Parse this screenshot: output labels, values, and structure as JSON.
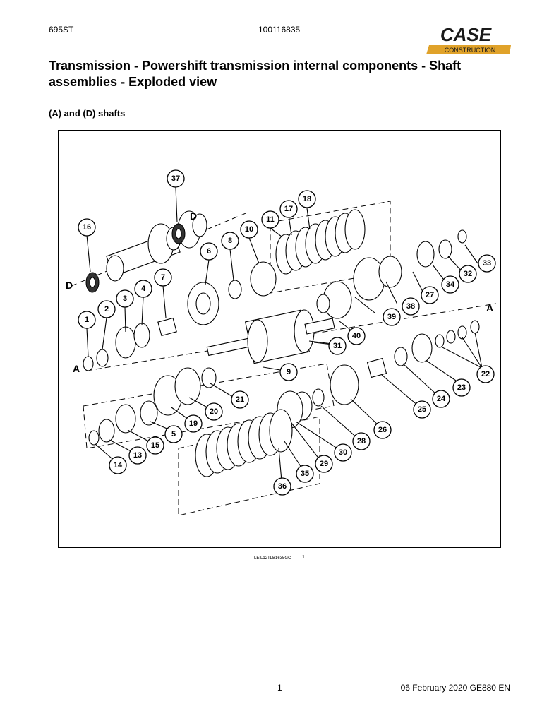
{
  "header": {
    "model": "695ST",
    "doc_number": "100116835",
    "logo": {
      "brand": "CASE",
      "tagline": "CONSTRUCTION",
      "colors": {
        "brand": "#1a1a1a",
        "tagline_bar": "#e0a22a"
      }
    }
  },
  "title": "Transmission - Powershift transmission internal components - Shaft assemblies - Exploded view",
  "subtitle": "(A) and  (D) shafts",
  "figure": {
    "reference": "LEIL12TLB1635GC",
    "number": "1",
    "axis_labels": [
      "A",
      "A",
      "D",
      "D"
    ],
    "callouts": [
      "1",
      "2",
      "3",
      "4",
      "5",
      "6",
      "7",
      "8",
      "9",
      "10",
      "11",
      "13",
      "14",
      "15",
      "16",
      "17",
      "18",
      "19",
      "20",
      "21",
      "22",
      "23",
      "24",
      "25",
      "26",
      "27",
      "28",
      "29",
      "30",
      "31",
      "32",
      "33",
      "34",
      "35",
      "36",
      "37",
      "38",
      "39",
      "40"
    ]
  },
  "footer": {
    "page": "1",
    "info": "06 February 2020 GE880 EN"
  }
}
